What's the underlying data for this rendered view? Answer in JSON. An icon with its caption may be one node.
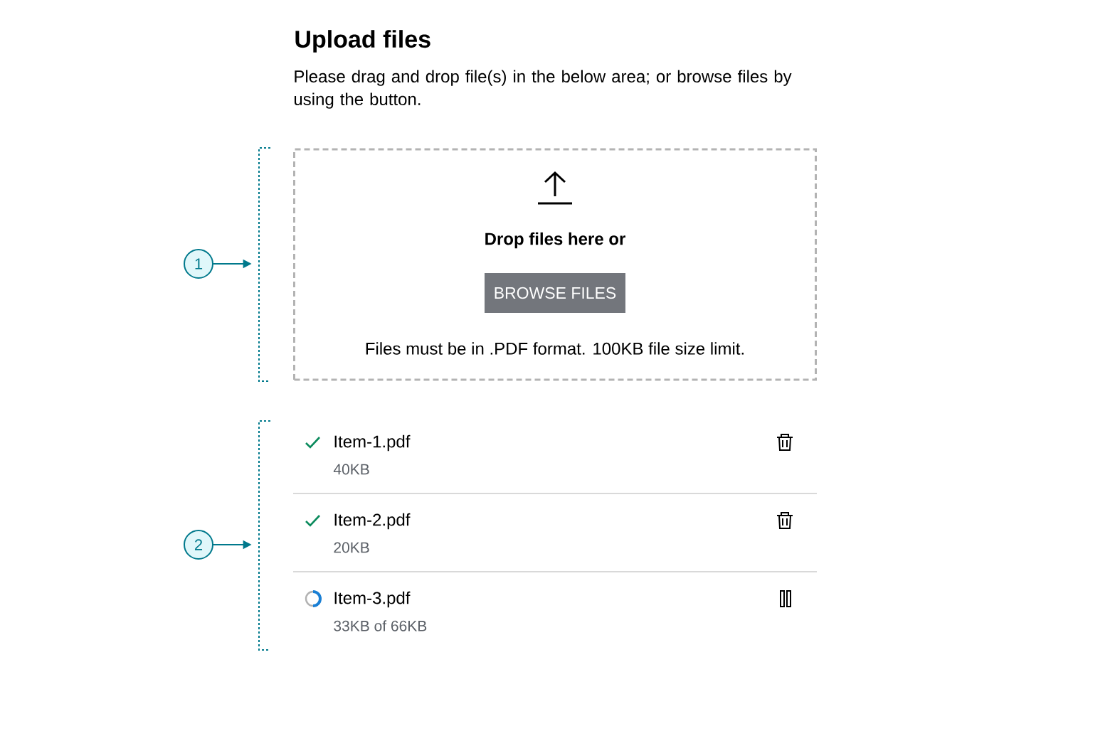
{
  "diagram": {
    "title": "Upload files",
    "nodes": [
      {
        "text": [
          "Drop files here or",
          "Files must be in .PDF format. 100KB file size limit."
        ]
      },
      {
        "text": [
          "BROWSE FILES"
        ],
        "in": 0
      },
      {
        "text": [
          "1"
        ]
      },
      {
        "text": [],
        "shape": "bracket"
      },
      {
        "text": [
          "2"
        ]
      },
      {
        "text": [],
        "shape": "bracket"
      }
    ],
    "edges": [
      {
        "from": 2,
        "to": 3,
        "arrow": "to"
      },
      {
        "from": 4,
        "to": 5,
        "arrow": "to"
      }
    ],
    "labels": [
      "Please drag and drop file(s) in the below area; or browse files by using the button.",
      "Item-1.pdf",
      "40KB",
      "Item-2.pdf",
      "20KB",
      "Item-3.pdf",
      "33KB of 66KB"
    ]
  }
}
